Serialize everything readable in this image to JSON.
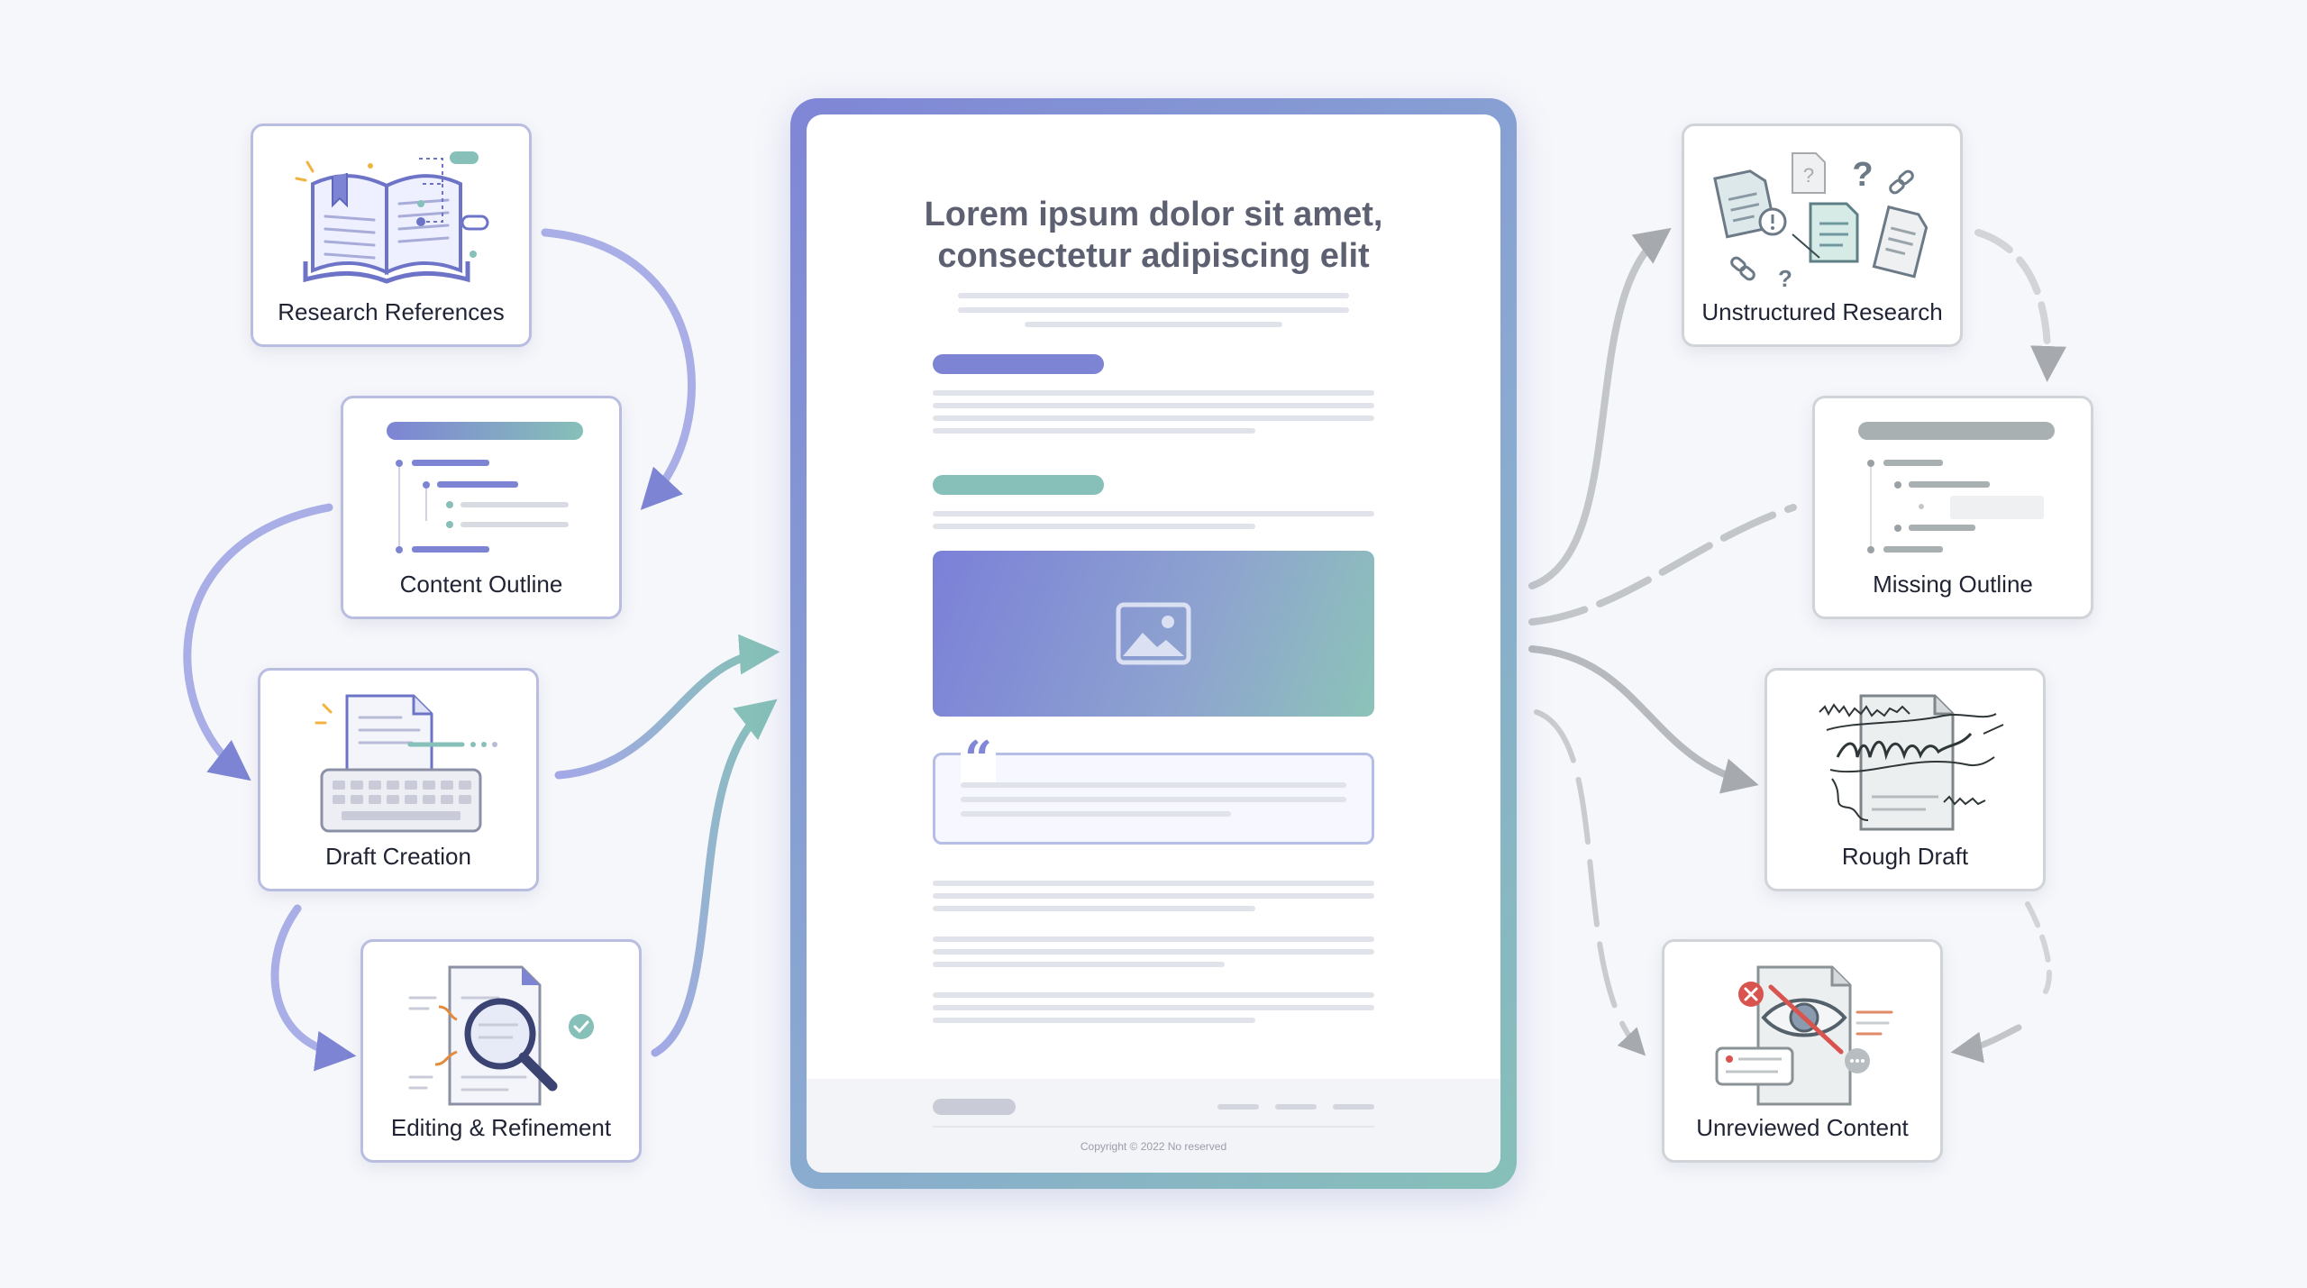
{
  "colors": {
    "accent_purple": "#7d84d4",
    "accent_teal": "#86c0b8",
    "neutral_gray": "#a6aaae",
    "error_red": "#d9534f",
    "background": "#f6f7fb"
  },
  "left_flow": {
    "cards": [
      {
        "label": "Research References",
        "icon": "open-book-icon"
      },
      {
        "label": "Content Outline",
        "icon": "outline-tree-icon"
      },
      {
        "label": "Draft Creation",
        "icon": "typewriter-icon"
      },
      {
        "label": "Editing & Refinement",
        "icon": "magnifier-document-icon"
      }
    ]
  },
  "right_flow": {
    "cards": [
      {
        "label": "Unstructured Research",
        "icon": "scattered-documents-icon"
      },
      {
        "label": "Missing Outline",
        "icon": "incomplete-outline-icon"
      },
      {
        "label": "Rough Draft",
        "icon": "scribbled-document-icon"
      },
      {
        "label": "Unreviewed Content",
        "icon": "crossed-eye-document-icon"
      }
    ]
  },
  "page": {
    "title_line1": "Lorem ipsum dolor sit amet,",
    "title_line2": "consectetur adipiscing elit",
    "image_icon": "image-placeholder-icon",
    "quote_glyph": "“",
    "footer_copyright": "Copyright © 2022 No reserved"
  }
}
